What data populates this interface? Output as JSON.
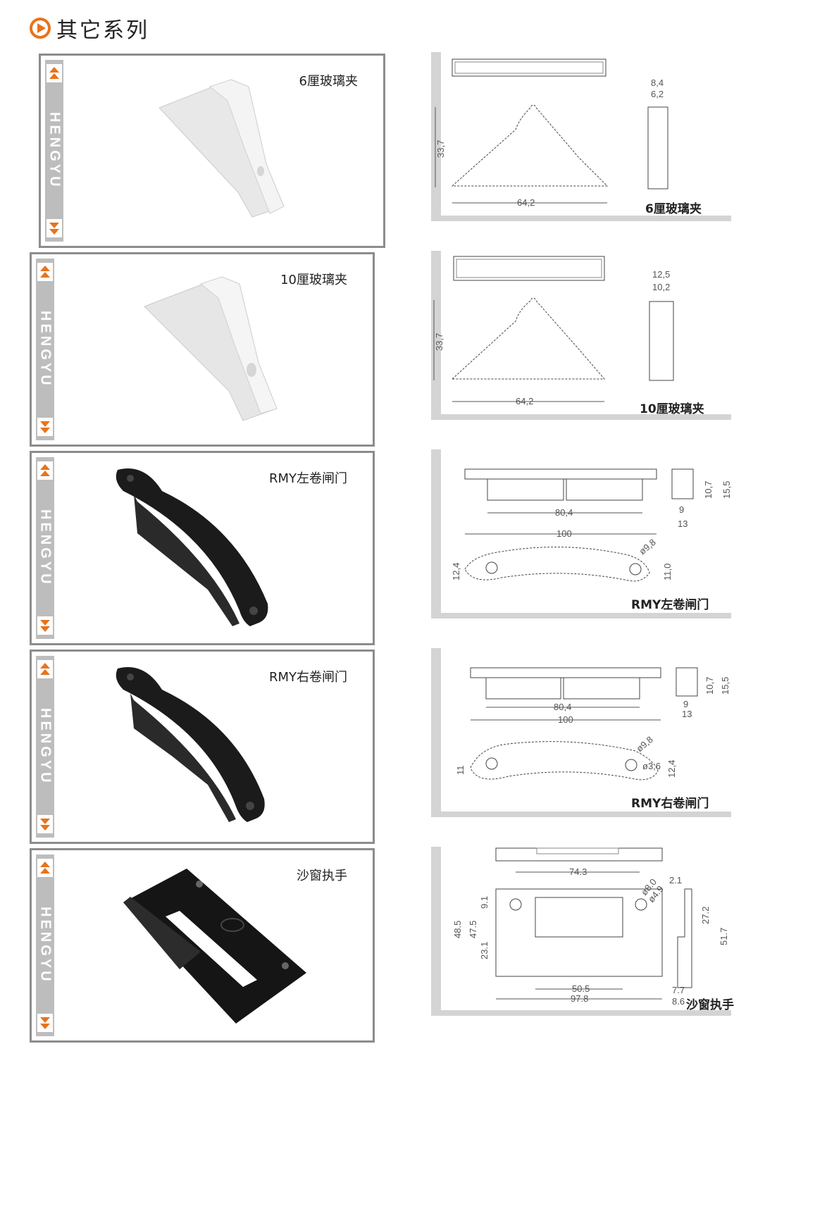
{
  "header": {
    "title": "其它系列"
  },
  "brand": "HENGYU",
  "colors": {
    "accent": "#e8731c",
    "strip": "#bdbdbd",
    "frame": "#8c8c8c"
  },
  "products": [
    {
      "name": "6厘玻璃夹",
      "drawing_label": "6厘玻璃夹",
      "dims": {
        "height": "33,7",
        "width": "64,2",
        "thick_outer": "8,4",
        "thick_inner": "6,2"
      }
    },
    {
      "name": "10厘玻璃夹",
      "drawing_label": "10厘玻璃夹",
      "dims": {
        "height": "33,7",
        "width": "64,2",
        "thick_outer": "12,5",
        "thick_inner": "10,2"
      }
    },
    {
      "name": "RMY左卷闸门",
      "drawing_label": "RMY左卷闸门",
      "dims": {
        "inner": "80,4",
        "total": "100",
        "side_w": "9",
        "side_w2": "13",
        "h1": "10,7",
        "h2": "15,5",
        "hole": "ø9,8",
        "left_h": "12,4",
        "right_h": "11,0"
      }
    },
    {
      "name": "RMY右卷闸门",
      "drawing_label": "RMY右卷闸门",
      "dims": {
        "inner": "80,4",
        "total": "100",
        "side_w": "9",
        "side_w2": "13",
        "h1": "10,7",
        "h2": "15,5",
        "hole": "ø9,8",
        "hole2": "ø3,6",
        "left_h": "11",
        "right_h": "12,4"
      }
    },
    {
      "name": "沙窗执手",
      "drawing_label": "沙窗执手",
      "dims": {
        "top": "74.3",
        "hole1": "ø8.0",
        "hole2": "ø4.9",
        "side_top": "2.1",
        "h_total": "48.5",
        "h_mid": "47.5",
        "h_small": "9.1",
        "h_low": "23.1",
        "side_h": "27.2",
        "side_total": "51.7",
        "bottom_inner": "50.5",
        "bottom_total": "97.8",
        "s1": "7.7",
        "s2": "8.6"
      }
    }
  ]
}
